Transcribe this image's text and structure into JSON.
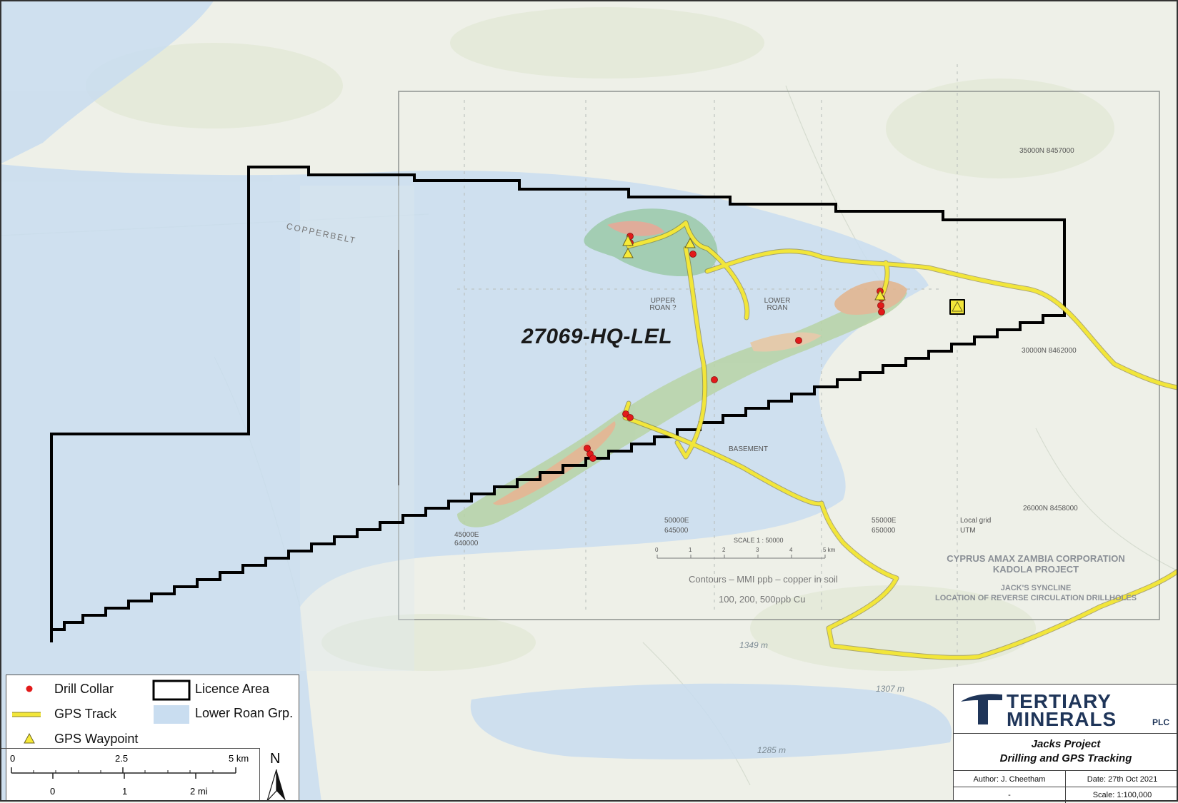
{
  "map": {
    "licence_label": "27069-HQ-LEL",
    "contour_labels": [
      "1349 m",
      "1307 m",
      "1285 m"
    ],
    "scan": {
      "copperbelt": "COPPERBELT",
      "upper_roan": "UPPER ROAN ?",
      "lower_roan": "LOWER ROAN",
      "basement": "BASEMENT",
      "grid_labels": [
        "35000N  8457000",
        "30000N  8462000",
        "26000N  8458000"
      ],
      "easting_labels": [
        "45000E",
        "640000",
        "50000E",
        "645000",
        "55000E",
        "650000"
      ],
      "local_grid": "Local grid",
      "utm": "UTM",
      "scale_text": "SCALE  1 : 50000",
      "scale_ticks": [
        "0",
        "1",
        "2",
        "3",
        "4",
        "5 km"
      ],
      "corp_line1": "CYPRUS AMAX ZAMBIA CORPORATION",
      "corp_line2": "KADOLA PROJECT",
      "corp_line3": "JACK'S SYNCLINE",
      "corp_line4": "LOCATION OF REVERSE CIRCULATION DRILLHOLES",
      "contours_note1": "Contours – MMI ppb – copper in soil",
      "contours_note2": "100, 200, 500ppb Cu"
    }
  },
  "legend": {
    "drill_collar": "Drill Collar",
    "gps_track": "GPS Track",
    "gps_waypoint": "GPS Waypoint",
    "licence_area": "Licence Area",
    "lower_roan": "Lower Roan Grp.",
    "scale_km": [
      "0",
      "2.5",
      "5 km"
    ],
    "scale_mi": [
      "0",
      "1",
      "2 mi"
    ],
    "north": "N"
  },
  "title_block": {
    "logo_line1": "TERTIARY",
    "logo_line2": "MINERALS",
    "logo_suffix": "PLC",
    "project": "Jacks Project",
    "subtitle": "Drilling and GPS Tracking",
    "author": "Author: J. Cheetham",
    "date": "Date: 27th Oct 2021",
    "dash": "-",
    "scale": "Scale: 1:100,000"
  },
  "colors": {
    "lower_roan": "#c9ddf0",
    "track": "#f2e63a",
    "collar": "#e21a1a",
    "licence": "#000000",
    "logo": "#1f3559"
  }
}
